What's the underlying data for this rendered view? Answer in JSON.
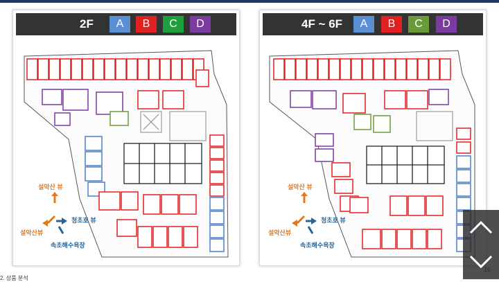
{
  "panels": [
    {
      "title": "2F",
      "badges": [
        {
          "label": "A",
          "color": "#5b8fd3"
        },
        {
          "label": "B",
          "color": "#e02020"
        },
        {
          "label": "C",
          "color": "#1ea03c"
        },
        {
          "label": "D",
          "color": "#7a3aa0"
        }
      ],
      "views": {
        "seorak_up": "설악산 뷰",
        "cheongcho": "청초호 뷰",
        "seorak_left": "설악산뷰",
        "sokcho": "속초해수욕장"
      }
    },
    {
      "title": "4F ~ 6F",
      "badges": [
        {
          "label": "A",
          "color": "#5b8fd3"
        },
        {
          "label": "B",
          "color": "#e02020"
        },
        {
          "label": "C",
          "color": "#6b9a3a"
        },
        {
          "label": "D",
          "color": "#7a3aa0"
        }
      ],
      "views": {
        "seorak_up": "설악산 뷰",
        "cheongcho": "청초호 뷰",
        "seorak_left": "설악산뷰",
        "sokcho": "속초해수욕장"
      }
    }
  ],
  "colors": {
    "zoneA": "#4a7ec8",
    "zoneB": "#e02020",
    "zoneC": "#6b9a3a",
    "zoneD": "#7a3aa0",
    "viewOrange": "#e07820",
    "viewBlue": "#2a6496"
  },
  "footer_text": "2. 상품 분석",
  "page_number": "16",
  "nav": {
    "up_icon": "chevron-up-icon",
    "down_icon": "chevron-down-icon"
  }
}
